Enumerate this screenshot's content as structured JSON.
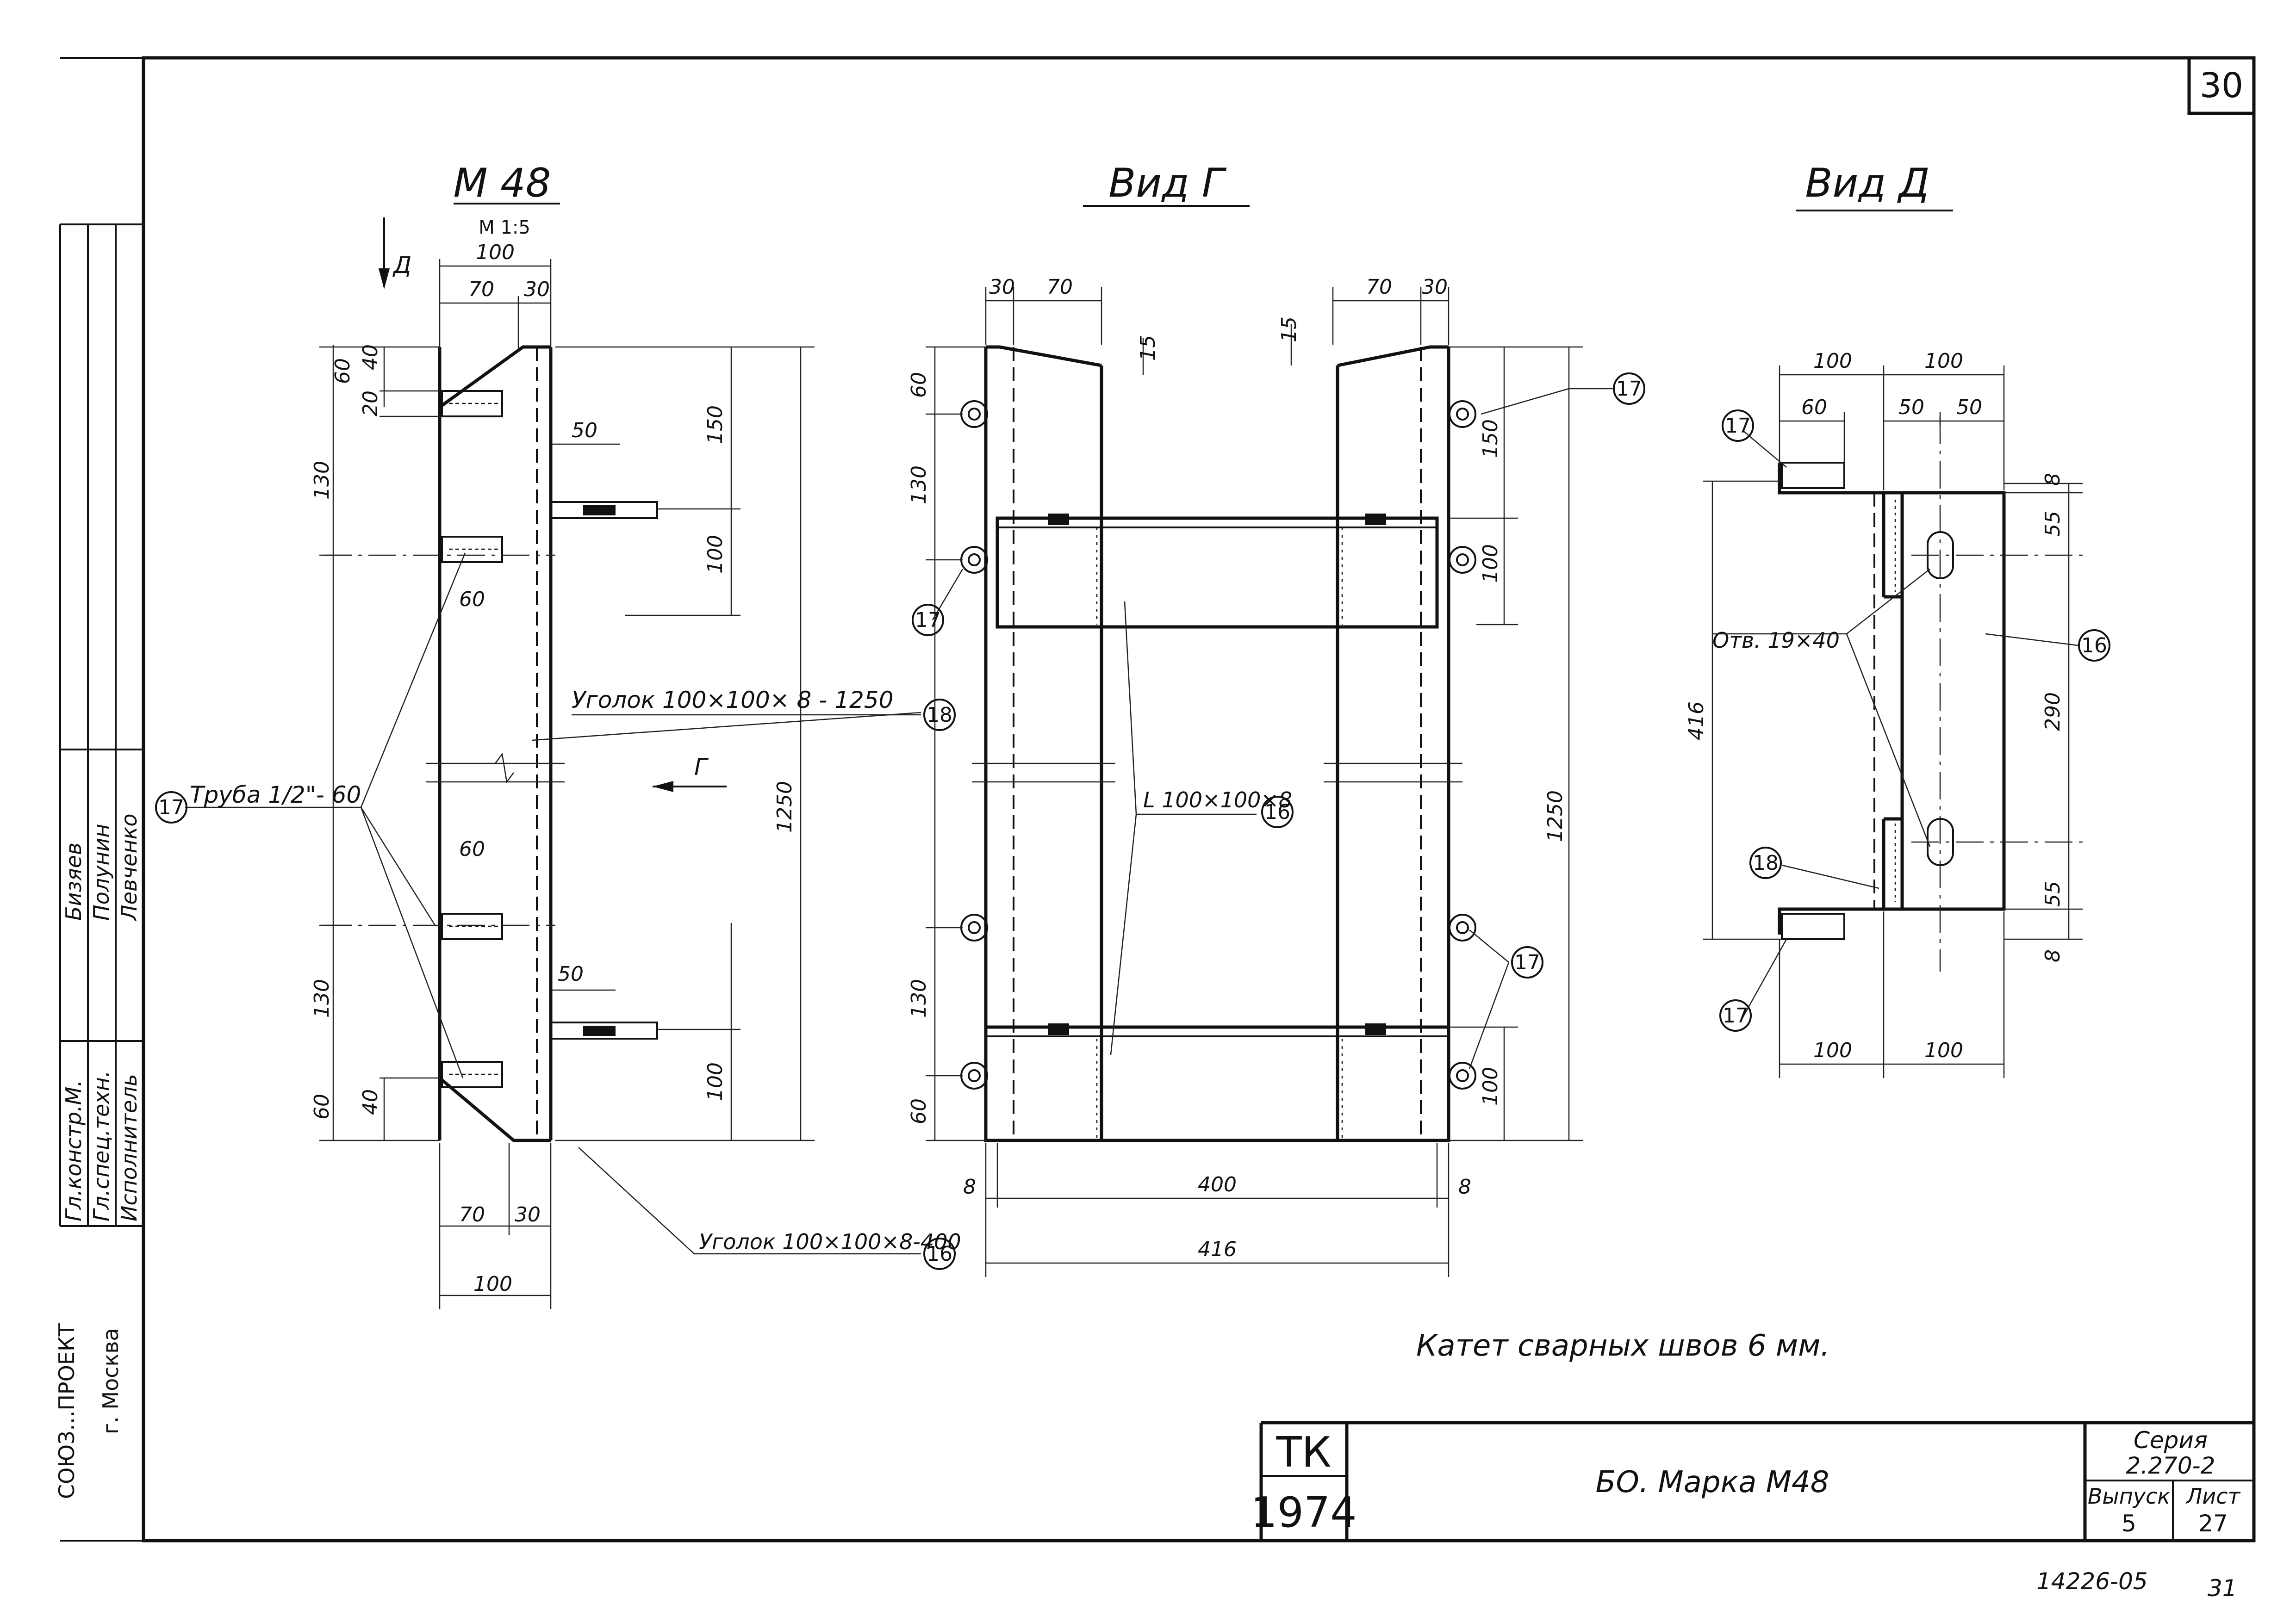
{
  "sheet": {
    "page_number": "30",
    "note": "Катет сварных швов 6 мм.",
    "bottom_code": "14226-05",
    "bottom_page": "31"
  },
  "views": {
    "m48": {
      "title": "М 48",
      "scale": "М 1:5",
      "arrow_label": "Д",
      "section_label": "Г"
    },
    "vid_g": {
      "title": "Вид Г"
    },
    "vid_d": {
      "title": "Вид Д"
    }
  },
  "callouts": {
    "pipe": "Труба 1/2\"- 60",
    "angle_long": "Уголок 100×100× 8 - 1250",
    "angle_short": "Уголок 100×100×8-400",
    "angle_mid": "L 100×100×8",
    "hole": "Отв. 19×40",
    "n16": "16",
    "n17": "17",
    "n18": "18"
  },
  "dims": {
    "d100": "100",
    "d70": "70",
    "d30": "30",
    "d60": "60",
    "d40": "40",
    "d20": "20",
    "d130": "130",
    "d50": "50",
    "d150": "150",
    "d1250": "1250",
    "d15": "15",
    "d400": "400",
    "d416": "416",
    "d8": "8",
    "d55": "55",
    "d290": "290"
  },
  "stamp": {
    "org_top": "ТК",
    "org_year": "1974",
    "title": "БО. Марка М48",
    "series_label": "Серия",
    "series_value": "2.270-2",
    "issue_label": "Выпуск",
    "issue_value": "5",
    "sheet_label": "Лист",
    "sheet_value": "27"
  },
  "side_block": {
    "city": "г. Москва",
    "org": "СОЮЗ...ПРОЕКТ",
    "roles": [
      "Гл.констр.М.",
      "Гл.спец.техн.",
      "Исполнитель"
    ],
    "names": [
      "Бизяев",
      "Полунин",
      "Левченко"
    ]
  }
}
